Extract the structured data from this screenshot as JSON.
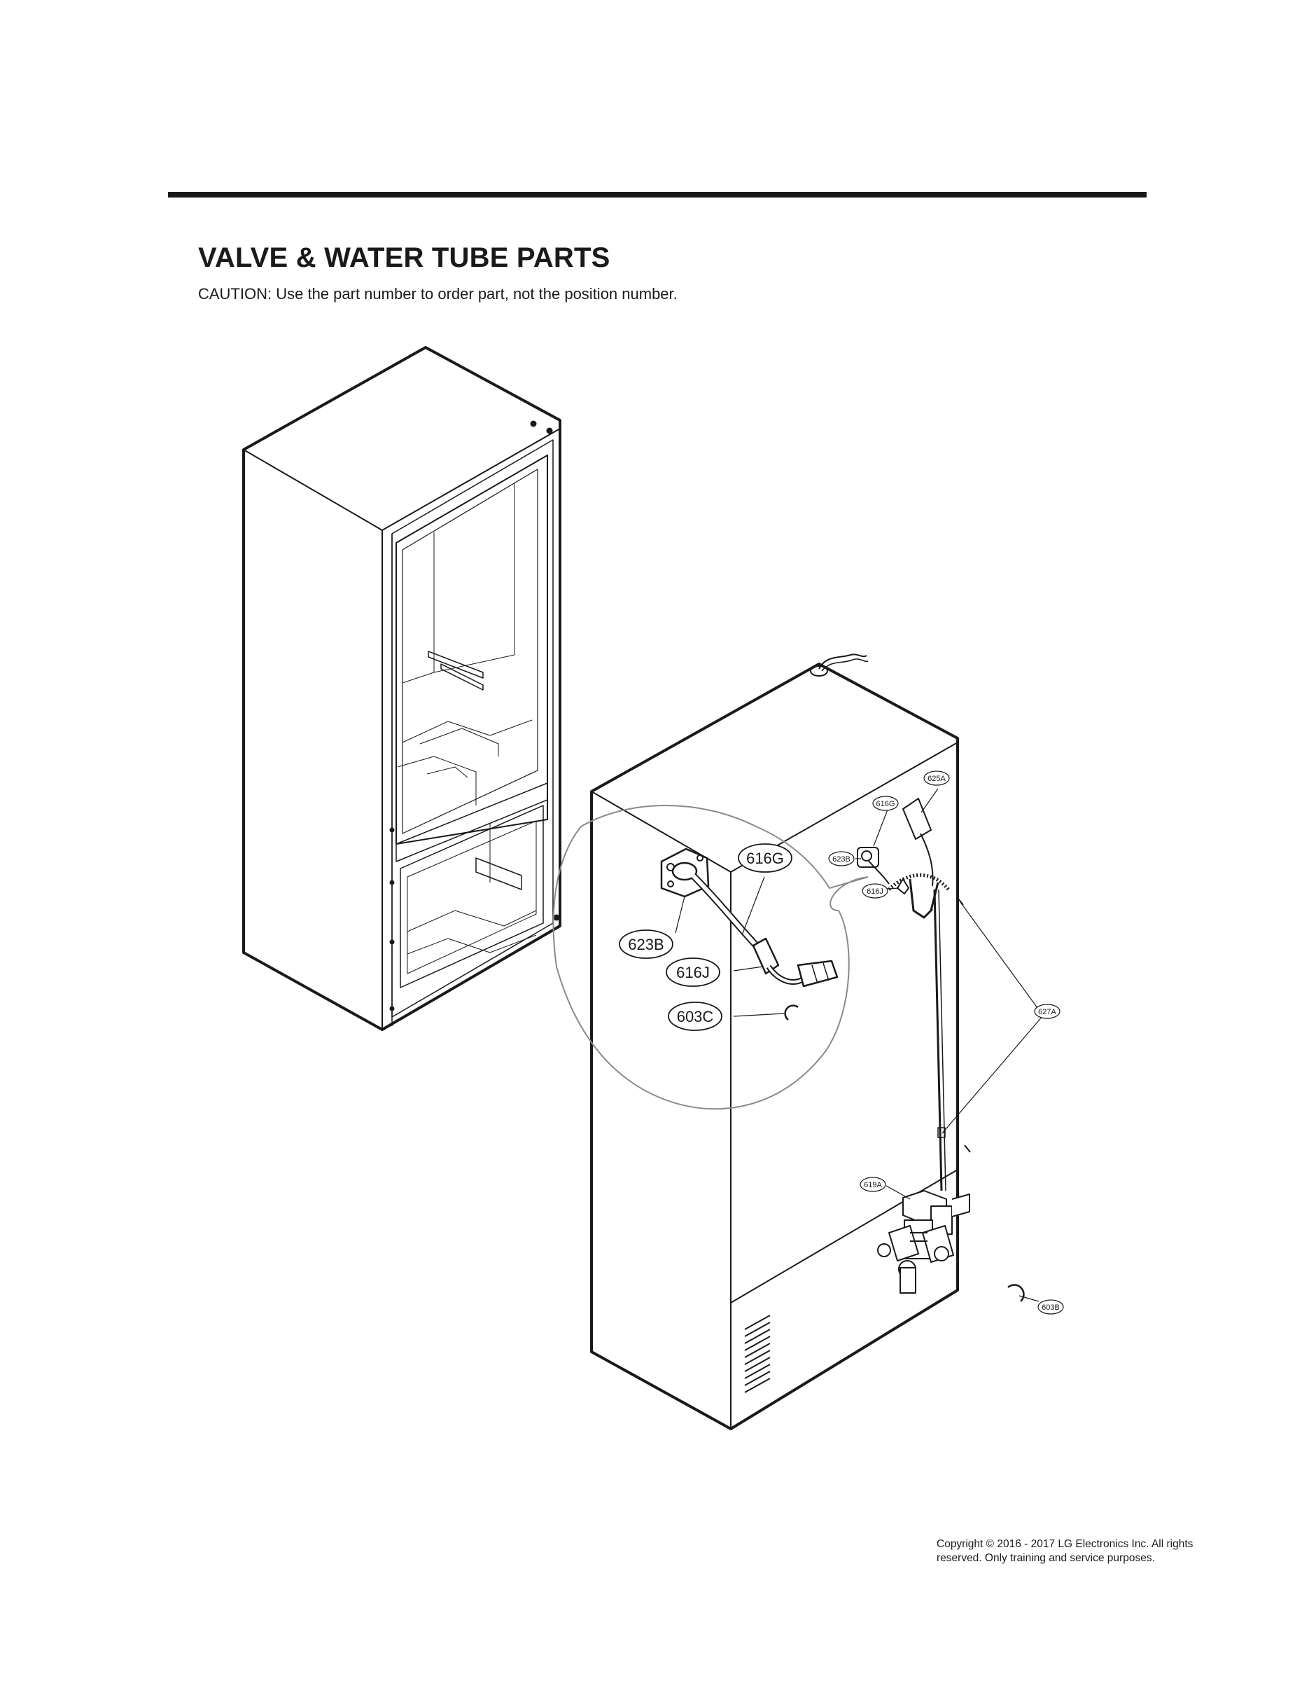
{
  "header": {
    "title": "VALVE & WATER TUBE PARTS",
    "caution": "CAUTION: Use the part number to order part, not the position number."
  },
  "callouts": {
    "c616G_large": "616G",
    "c623B_large": "623B",
    "c616J_large": "616J",
    "c603C_large": "603C",
    "c625A": "625A",
    "c616G_small": "616G",
    "c623B_small": "623B",
    "c616J_small": "616J",
    "c627A": "627A",
    "c619A": "619A",
    "c603B": "603B"
  },
  "footer": {
    "copyright_line1": "Copyright © 2016 - 2017 LG Electronics Inc. All rights",
    "copyright_line2": "reserved. Only training and service purposes."
  }
}
